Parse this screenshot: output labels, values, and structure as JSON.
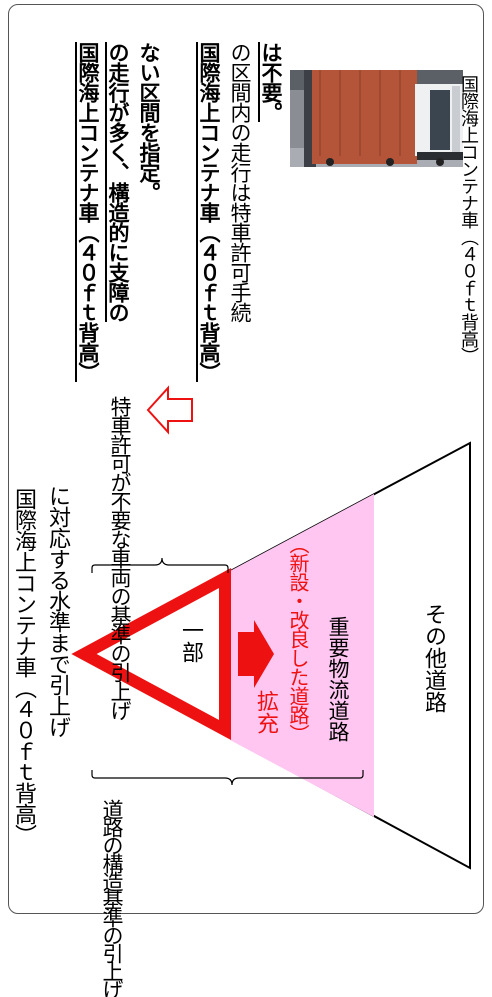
{
  "top_label": {
    "line1": "国際海上コンテナ車（４０ｆｔ背高）",
    "line2": "に対応する水準まで引上げ"
  },
  "side_labels": {
    "standards": "道路の構造基準の引上げ",
    "special_permit": "特車許可が不要な車両の基準の引上げ"
  },
  "triangle": {
    "part": "一部",
    "expand": "拡充",
    "expand_note": "（新設・改良した道路）",
    "important": "重要物流道路",
    "other": "その他道路"
  },
  "notes": {
    "note1": [
      "国際海上コンテナ車（４０ｆｔ背高）",
      "の走行が多く、構造的に支障の",
      "ない区間を指定。"
    ],
    "note2": [
      "国際海上コンテナ車（４０ｆｔ背高）",
      "の区間内の走行は特車許可手続",
      "は不要。"
    ]
  },
  "photo_caption": "国際海上コンテナ車（４０ｆｔ背高）",
  "colors": {
    "red": "#ee1111",
    "pink": "#ffc6f2",
    "container": "#b4553a"
  }
}
